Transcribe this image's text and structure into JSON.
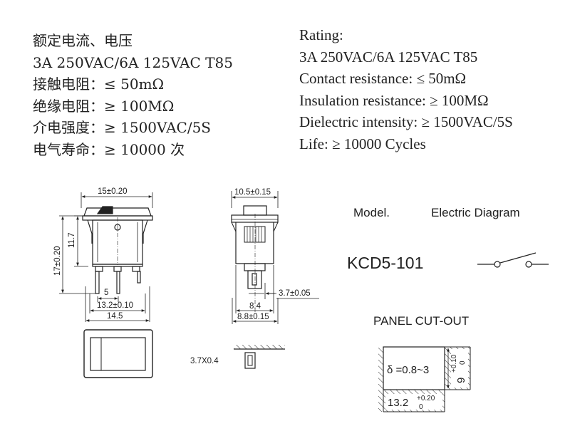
{
  "spec_cn": [
    "额定电流、电压",
    "3A 250VAC/6A 125VAC T85",
    "接触电阻：≤ 50mΩ",
    "绝缘电阻：≥ 100MΩ",
    "介电强度：≥ 1500VAC/5S",
    "电气寿命：≥ 10000 次"
  ],
  "spec_en": [
    "Rating:",
    "3A 250VAC/6A 125VAC T85",
    "Contact resistance: ≤ 50mΩ",
    "Insulation resistance: ≥ 100MΩ",
    "Dielectric intensity: ≥ 1500VAC/5S",
    "Life: ≥ 10000 Cycles"
  ],
  "front_view": {
    "width_top": "15±0.20",
    "height_total": "17±0.20",
    "height_body": "11.7",
    "pin_spacing": "5",
    "pin_outer": "13.2±0.10",
    "base_width": "14.5"
  },
  "side_view": {
    "width_top": "10.5±0.15",
    "pin_width": "3.7±0.05",
    "inner_width": "8.4",
    "base_width": "8.8±0.15"
  },
  "pin_detail": {
    "label": "3.7X0.4"
  },
  "model_header": "Model.",
  "diagram_header": "Electric Diagram",
  "model_name": "KCD5-101",
  "panel_cutout": {
    "title": "PANEL CUT-OUT",
    "thickness": "δ =0.8~3",
    "height_value": "9",
    "height_tol_upper": "+0.10",
    "height_tol_lower": "0",
    "width_value": "13.2",
    "width_tol_upper": "+0.20",
    "width_tol_lower": "0"
  }
}
